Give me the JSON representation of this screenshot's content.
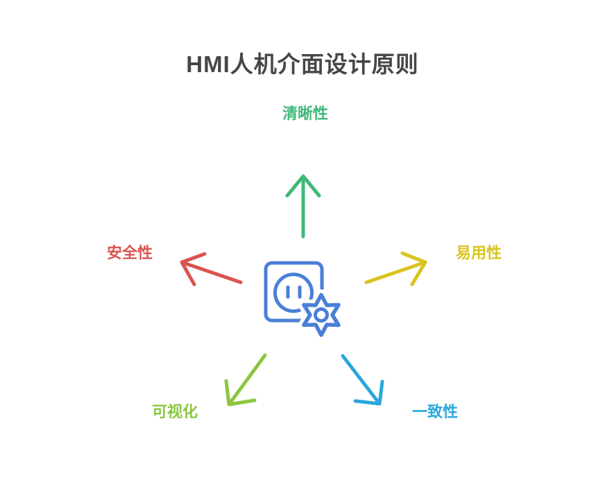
{
  "title": {
    "text": "HMI人机介面设计原则",
    "color": "#464646"
  },
  "diagram": {
    "type": "radial-mind-map",
    "center_icon": {
      "name": "interface-face-gear-icon",
      "description": "rounded square panel with face circle and gear",
      "color": "#4a7fd6"
    },
    "branches": [
      {
        "id": "clarity",
        "label": "清晰性",
        "color": "#3fb878",
        "position": "top"
      },
      {
        "id": "safety",
        "label": "安全性",
        "color": "#da5350",
        "position": "left"
      },
      {
        "id": "usability",
        "label": "易用性",
        "color": "#d9c41f",
        "position": "right"
      },
      {
        "id": "visualization",
        "label": "可视化",
        "color": "#8cc63f",
        "position": "bottom-left"
      },
      {
        "id": "consistency",
        "label": "一致性",
        "color": "#2aa7dc",
        "position": "bottom-right"
      }
    ]
  }
}
